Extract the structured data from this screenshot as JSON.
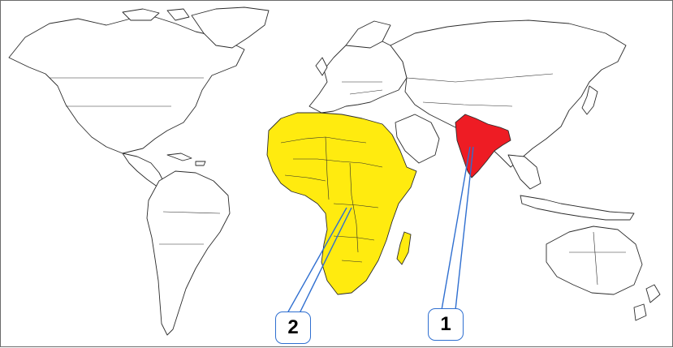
{
  "map": {
    "type": "world-outline-map",
    "highlights": [
      {
        "region": "Africa",
        "label": "2",
        "color": "#ffeb0f"
      },
      {
        "region": "India",
        "label": "1",
        "color": "#ee1c24"
      }
    ],
    "land_fill": "#ffffff",
    "border_color": "#2b2b2b",
    "leader_color": "#2f6fd0"
  },
  "callouts": {
    "one": "1",
    "two": "2"
  }
}
